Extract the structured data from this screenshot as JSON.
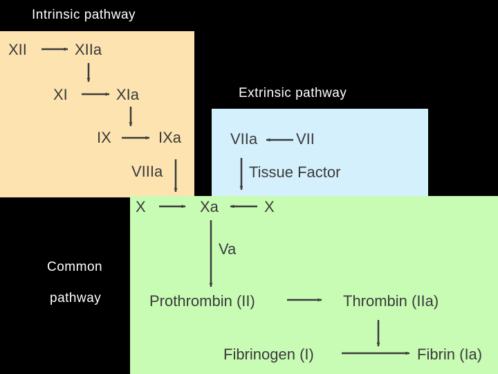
{
  "headings": {
    "intrinsic": "Intrinsic pathway",
    "extrinsic": "Extrinsic pathway",
    "common_line1": "Common",
    "common_line2": "pathway"
  },
  "intrinsic": {
    "xii": "XII",
    "xiia": "XIIa",
    "xi": "XI",
    "xia": "XIa",
    "ix": "IX",
    "ixa": "IXa",
    "viiia": "VIIIa"
  },
  "extrinsic": {
    "viia": "VIIa",
    "vii": "VII",
    "tissue_factor": "Tissue Factor"
  },
  "common": {
    "x_left": "X",
    "xa": "Xa",
    "x_right": "X",
    "va": "Va",
    "prothrombin": "Prothrombin (II)",
    "thrombin": "Thrombin (IIa)",
    "fibrinogen": "Fibrinogen (I)",
    "fibrin": "Fibrin (Ia)"
  },
  "colors": {
    "background": "#000000",
    "intrinsic_panel": "#fce3b0",
    "extrinsic_panel": "#d4f0fc",
    "common_panel": "#c8fcb4",
    "text": "#3a3a3a",
    "heading_text": "#ffffff"
  }
}
